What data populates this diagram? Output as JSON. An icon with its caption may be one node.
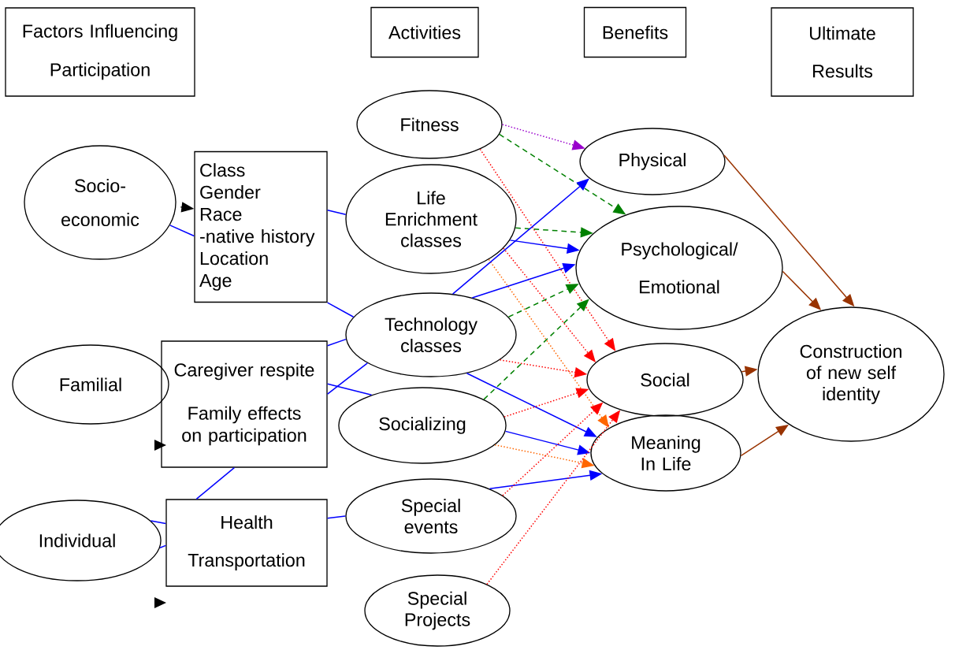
{
  "diagram": {
    "nodes": [
      {
        "text": [
          "Factors Influencing Participation"
        ]
      },
      {
        "text": [
          "Activities"
        ]
      },
      {
        "text": [
          "Benefits"
        ]
      },
      {
        "text": [
          "Ultimate Results"
        ]
      },
      {
        "text": [
          "Socio- economic"
        ]
      },
      {
        "text": [
          "Class",
          "Gender",
          "Race",
          "-native history",
          "Location",
          "Age"
        ]
      },
      {
        "text": [
          "Familial"
        ]
      },
      {
        "text": [
          "Caregiver respite",
          "Family effects on participation"
        ]
      },
      {
        "text": [
          "Individual"
        ]
      },
      {
        "text": [
          "Health",
          "Transportation"
        ]
      },
      {
        "text": [
          "Fitness"
        ]
      },
      {
        "text": [
          "Life Enrichment classes"
        ]
      },
      {
        "text": [
          "Technology classes"
        ]
      },
      {
        "text": [
          "Socializing"
        ]
      },
      {
        "text": [
          "Special events"
        ]
      },
      {
        "text": [
          "Special Projects"
        ]
      },
      {
        "text": [
          "Physical"
        ]
      },
      {
        "text": [
          "Psychological/ Emotional"
        ]
      },
      {
        "text": [
          "Social"
        ]
      },
      {
        "text": [
          "Meaning In Life"
        ]
      },
      {
        "text": [
          "Construction of new self identity"
        ]
      }
    ],
    "edges": [
      {
        "from": 4,
        "to": 5,
        "arrow": "none"
      },
      {
        "from": 5,
        "to": 11,
        "arrow": "none"
      },
      {
        "from": 5,
        "to": 12,
        "arrow": "none"
      },
      {
        "from": 7,
        "to": 12,
        "arrow": "none"
      },
      {
        "from": 7,
        "to": 13,
        "arrow": "none"
      },
      {
        "from": 12,
        "to": 7,
        "arrow": "none"
      },
      {
        "from": 7,
        "to": 9,
        "arrow": "none"
      },
      {
        "from": 8,
        "to": 9,
        "arrow": "none"
      },
      {
        "from": 8,
        "to": 9,
        "arrow": "none"
      },
      {
        "from": 9,
        "to": 14,
        "arrow": "none"
      },
      {
        "from": 10,
        "to": 16,
        "arrow": "to",
        "style": "dashed",
        "color": "#9900cc"
      },
      {
        "from": 10,
        "to": 17,
        "arrow": "to",
        "style": "dashed",
        "color": "#008000"
      },
      {
        "from": 10,
        "to": 18,
        "arrow": "to",
        "style": "dashed",
        "color": "#ff0000"
      },
      {
        "from": 11,
        "to": 17,
        "arrow": "to",
        "style": "dashed",
        "color": "#008000"
      },
      {
        "from": 11,
        "to": 17,
        "arrow": "to"
      },
      {
        "from": 11,
        "to": 18,
        "arrow": "to",
        "style": "dashed",
        "color": "#ff0000"
      },
      {
        "from": 11,
        "to": 19,
        "arrow": "to",
        "style": "dashed",
        "color": "#ff6600"
      },
      {
        "from": 12,
        "to": 16,
        "arrow": "to"
      },
      {
        "from": 12,
        "to": 17,
        "arrow": "to"
      },
      {
        "from": 12,
        "to": 17,
        "arrow": "to",
        "style": "dashed",
        "color": "#008000"
      },
      {
        "from": 12,
        "to": 18,
        "arrow": "to",
        "style": "dashed",
        "color": "#ff0000"
      },
      {
        "from": 12,
        "to": 19,
        "arrow": "to"
      },
      {
        "from": 13,
        "to": 17,
        "arrow": "to",
        "style": "dashed",
        "color": "#008000"
      },
      {
        "from": 13,
        "to": 18,
        "arrow": "to",
        "style": "dashed",
        "color": "#ff0000"
      },
      {
        "from": 13,
        "to": 19,
        "arrow": "to"
      },
      {
        "from": 13,
        "to": 19,
        "arrow": "to",
        "style": "dashed",
        "color": "#ff6600"
      },
      {
        "from": 14,
        "to": 19,
        "arrow": "to"
      },
      {
        "from": 14,
        "to": 18,
        "arrow": "to",
        "style": "dashed",
        "color": "#ff0000"
      },
      {
        "from": 15,
        "to": 18,
        "arrow": "to",
        "style": "dashed",
        "color": "#ff0000"
      },
      {
        "from": 16,
        "to": 20,
        "arrow": "to",
        "color": "#993300"
      },
      {
        "from": 17,
        "to": 20,
        "arrow": "to",
        "color": "#993300"
      },
      {
        "from": 18,
        "to": 20,
        "arrow": "to",
        "color": "#993300"
      },
      {
        "from": 19,
        "to": 20,
        "arrow": "to",
        "color": "#993300"
      },
      {
        "from": 4,
        "to": 5,
        "arrow": "to",
        "color": "#000000"
      }
    ]
  }
}
